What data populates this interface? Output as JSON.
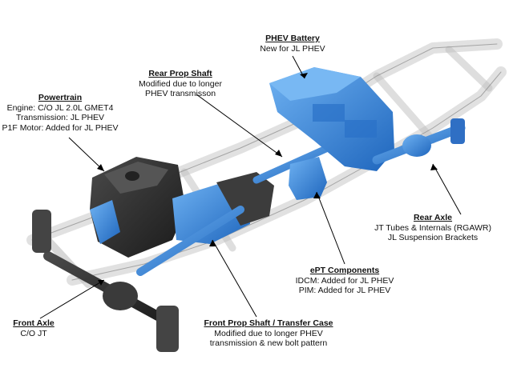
{
  "callouts": {
    "battery": {
      "title": "PHEV Battery",
      "lines": [
        "New for JL PHEV"
      ]
    },
    "rear_prop": {
      "title": "Rear Prop Shaft",
      "lines": [
        "Modified due to longer",
        "PHEV transmisson"
      ]
    },
    "powertrain": {
      "title": "Powertrain",
      "lines": [
        "Engine: C/O JL 2.0L GMET4",
        "Transmission: JL PHEV",
        "P1F Motor: Added for JL PHEV"
      ]
    },
    "rear_axle": {
      "title": "Rear Axle",
      "lines": [
        "JT Tubes & Internals (RGAWR)",
        "JL Suspension Brackets"
      ]
    },
    "ept": {
      "title": "ePT Components",
      "lines": [
        "IDCM: Added for JL PHEV",
        "PIM: Added for JL PHEV"
      ]
    },
    "front_axle": {
      "title": "Front Axle",
      "lines": [
        "C/O JT"
      ]
    },
    "front_prop": {
      "title": "Front Prop Shaft / Transfer Case",
      "lines": [
        "Modified due to longer PHEV",
        "transmission & new bolt pattern"
      ]
    }
  },
  "colors": {
    "phev_blue": "#2f7fd6",
    "phev_blue_light": "#5aa3ee",
    "engine_dark": "#2b2b2b",
    "frame": "#dcdcdc",
    "axle_dark": "#3d3d3d"
  }
}
